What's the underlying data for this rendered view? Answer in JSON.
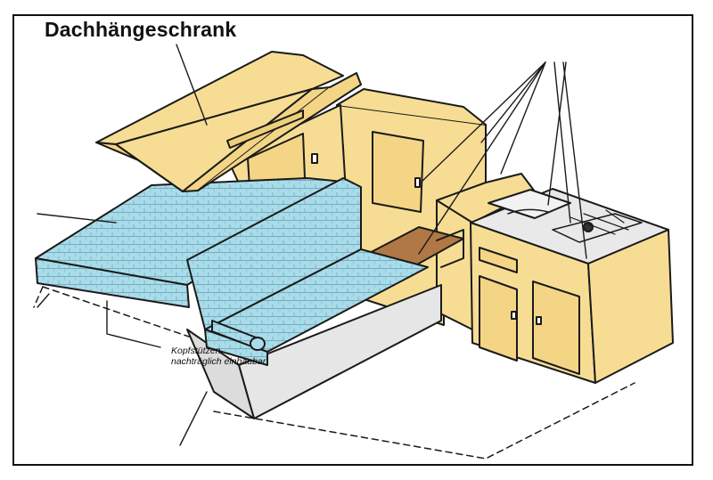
{
  "title": "Dachhängeschrank",
  "note": {
    "line1": "Kopfstützen",
    "line2": "nachträglich einbaubar"
  },
  "colors": {
    "cabinet": "#f7dd94",
    "cushion": "#a9dcea",
    "table": "#b07845",
    "base": "#e6e6e6",
    "line": "#1a1a1a"
  }
}
